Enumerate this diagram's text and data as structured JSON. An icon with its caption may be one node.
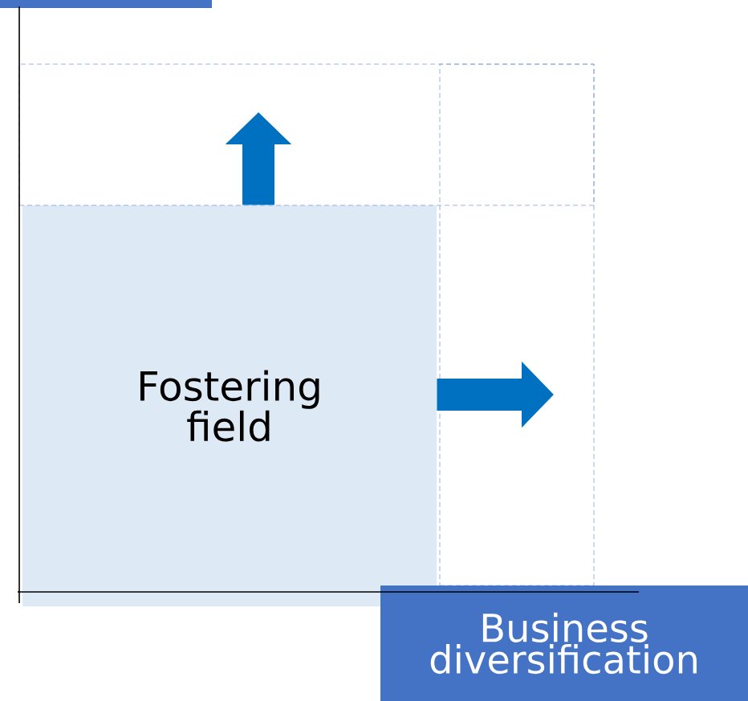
{
  "diagram": {
    "nodes": [
      {
        "text": [
          "Fostering field"
        ]
      },
      {
        "text": [],
        "shape": "box"
      },
      {
        "text": [],
        "shape": "box"
      },
      {
        "text": [
          "Business diversification"
        ]
      }
    ],
    "edges": [
      {
        "from": 0,
        "to": 1,
        "arrow": "to"
      },
      {
        "from": 0,
        "to": 2,
        "arrow": "to"
      }
    ]
  }
}
